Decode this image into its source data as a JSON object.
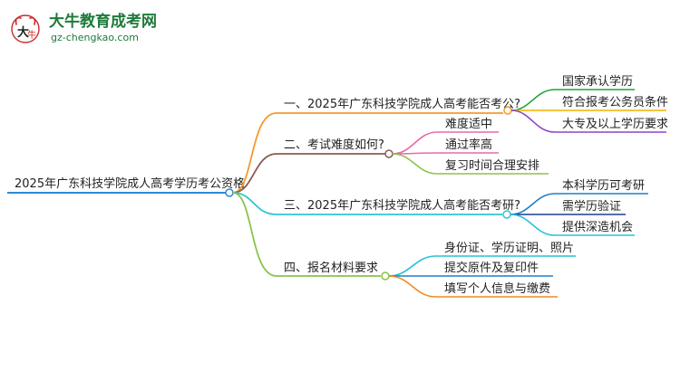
{
  "logo": {
    "title": "大牛教育成考网",
    "url": "gz-chengkao.com",
    "mark_text": "大牛"
  },
  "colors": {
    "root": "#2f8ad0",
    "branch1": "#f39a2b",
    "branch2": "#8e5a50",
    "branch3": "#2ec4d3",
    "branch4": "#8bc34a",
    "leaf_green": "#22a33a",
    "leaf_orange": "#f0b400",
    "leaf_purple": "#8e44c7",
    "leaf_pink": "#e86aa8",
    "leaf_blue": "#1f7fc7",
    "leaf_darkblue": "#1a3f8f",
    "leaf_cyan": "#27c2d9",
    "leaf_orange2": "#f08a24",
    "logo_green": "#1d7a3a"
  },
  "mindmap": {
    "root": "2025年广东科技学院成人高考学历考公资格",
    "branches": [
      {
        "label": "一、2025年广东科技学院成人高考能否考公?",
        "leaves": [
          "国家承认学历",
          "符合报考公务员条件",
          "大专及以上学历要求"
        ]
      },
      {
        "label": "二、考试难度如何?",
        "leaves": [
          "难度适中",
          "通过率高",
          "复习时间合理安排"
        ]
      },
      {
        "label": "三、2025年广东科技学院成人高考能否考研?",
        "leaves": [
          "本科学历可考研",
          "需学历验证",
          "提供深造机会"
        ]
      },
      {
        "label": "四、报名材料要求",
        "leaves": [
          "身份证、学历证明、照片",
          "提交原件及复印件",
          "填写个人信息与缴费"
        ]
      }
    ]
  }
}
